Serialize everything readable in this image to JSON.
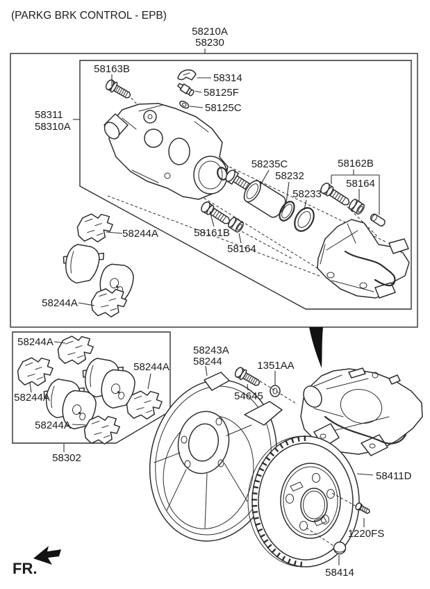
{
  "title": "(PARKG BRK CONTROL - EPB)",
  "footer": {
    "front_marker": "FR."
  },
  "accent_colors": {
    "line": "#2d2d2d",
    "text": "#1c1c1c",
    "background": "#ffffff"
  },
  "callouts": {
    "caliper_assy_kit": {
      "line1": "58210A",
      "line2": "58230"
    },
    "guide_bolt": "58163B",
    "pad_spring_clip": "58314",
    "bleeder_screw": "58125F",
    "bleeder_cap": "58125C",
    "caliper_body_kit": {
      "line1": "58311",
      "line2": "58310A"
    },
    "piston": "58235C",
    "piston_seal": "58232",
    "piston_boot": "58233",
    "guide_rod_kit": "58162B",
    "rod_bushing_right": "58164",
    "guide_rod": "58161B",
    "rod_bushing_left": "58164",
    "pad_shim_upper": "58244A",
    "pad_shim_lower": "58244A",
    "pad_kit": "58302",
    "pad_kit_shim_top": "58244A",
    "pad_kit_shim_left": "58244A",
    "pad_kit_shim_bottom": "58244A",
    "pad_kit_shim_right": "58244A",
    "splash_shield_kit": {
      "line1": "58243A",
      "line2": "58244"
    },
    "washer": "1351AA",
    "shield_bolt": "54645",
    "brake_disc": "58411D",
    "disc_screw": "1220FS",
    "grease_cap": "58414"
  }
}
